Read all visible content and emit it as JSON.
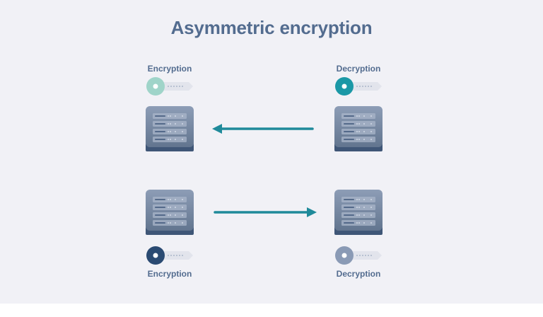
{
  "title": "Asymmetric encryption",
  "colors": {
    "background": "#f1f1f6",
    "title_text": "#536c8f",
    "arrow": "#1f8a9a",
    "server_top": "#8b9cb5",
    "server_bottom": "#5e7191",
    "key_blade": "#e2e4ec",
    "key_teal_light": "#9fd4c9",
    "key_teal": "#1b98a6",
    "key_navy": "#2a4a72",
    "key_slate": "#8a9ab5"
  },
  "top_row": {
    "left": {
      "label": "Encryption",
      "key_color": "key_teal_light",
      "icon": "key-icon"
    },
    "right": {
      "label": "Decryption",
      "key_color": "key_teal",
      "icon": "key-icon"
    },
    "arrow_direction": "right-to-left"
  },
  "bottom_row": {
    "left": {
      "label": "Encryption",
      "key_color": "key_navy",
      "icon": "key-icon"
    },
    "right": {
      "label": "Decryption",
      "key_color": "key_slate",
      "icon": "key-icon"
    },
    "arrow_direction": "left-to-right"
  }
}
